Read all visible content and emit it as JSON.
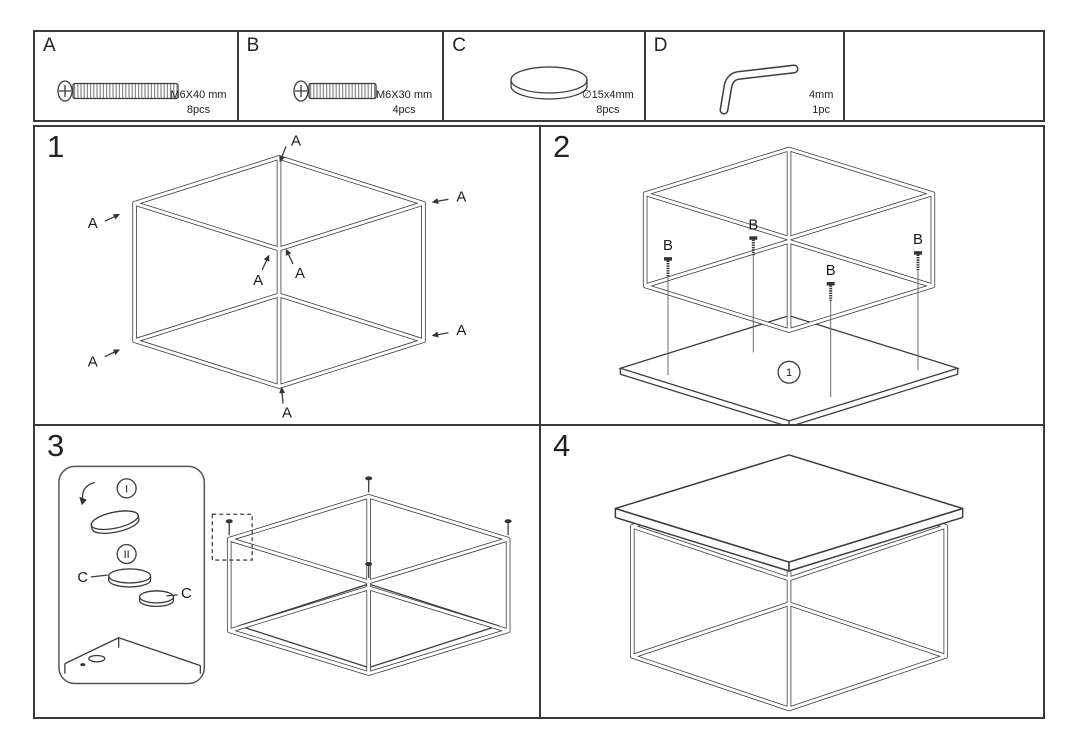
{
  "parts": [
    {
      "letter": "A",
      "spec": "M6X40 mm",
      "qty": "8pcs"
    },
    {
      "letter": "B",
      "spec": "M6X30 mm",
      "qty": "4pcs"
    },
    {
      "letter": "C",
      "spec": "∅15x4mm",
      "qty": "8pcs"
    },
    {
      "letter": "D",
      "spec": "4mm",
      "qty": "1pc"
    }
  ],
  "steps": [
    {
      "number": "1",
      "callout": "A"
    },
    {
      "number": "2",
      "callout": "B",
      "panel_marker": "1"
    },
    {
      "number": "3",
      "callout": "C",
      "inset_step_1": "I",
      "inset_step_2": "II"
    },
    {
      "number": "4"
    }
  ]
}
